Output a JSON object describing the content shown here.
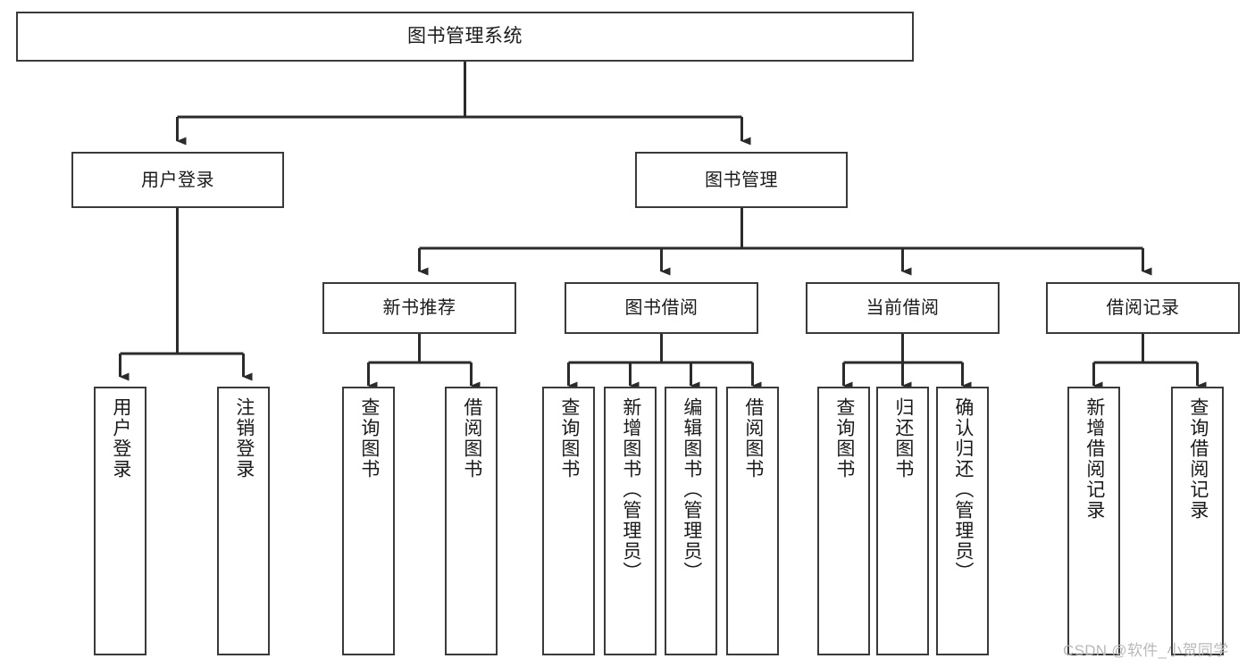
{
  "diagram": {
    "title": "图书管理系统",
    "type": "hierarchy-flowchart",
    "nodes": {
      "root": {
        "label": "图书管理系统"
      },
      "level2": [
        {
          "id": "user-login",
          "label": "用户登录"
        },
        {
          "id": "book-management",
          "label": "图书管理"
        }
      ],
      "level3": [
        {
          "id": "new-book-recommend",
          "label": "新书推荐"
        },
        {
          "id": "book-borrow",
          "label": "图书借阅"
        },
        {
          "id": "current-borrow",
          "label": "当前借阅"
        },
        {
          "id": "borrow-record",
          "label": "借阅记录"
        }
      ],
      "leaves": {
        "user-login": [
          {
            "id": "leaf-user-login",
            "label": "用户登录"
          },
          {
            "id": "leaf-logout",
            "label": "注销登录"
          }
        ],
        "new-book-recommend": [
          {
            "id": "leaf-query-book-1",
            "label": "查询图书"
          },
          {
            "id": "leaf-borrow-book-1",
            "label": "借阅图书"
          }
        ],
        "book-borrow": [
          {
            "id": "leaf-query-book-2",
            "label": "查询图书"
          },
          {
            "id": "leaf-add-book",
            "label": "新增图书（管理员）"
          },
          {
            "id": "leaf-edit-book",
            "label": "编辑图书（管理员）"
          },
          {
            "id": "leaf-borrow-book-2",
            "label": "借阅图书"
          }
        ],
        "current-borrow": [
          {
            "id": "leaf-query-book-3",
            "label": "查询图书"
          },
          {
            "id": "leaf-return-book",
            "label": "归还图书"
          },
          {
            "id": "leaf-confirm-return",
            "label": "确认归还（管理员）"
          }
        ],
        "borrow-record": [
          {
            "id": "leaf-add-record",
            "label": "新增借阅记录"
          },
          {
            "id": "leaf-query-record",
            "label": "查询借阅记录"
          }
        ]
      }
    },
    "watermark": "CSDN @软件_小贺同学",
    "colors": {
      "border": "#3a3a3a",
      "background": "#ffffff",
      "text": "#1a1a1a",
      "connector": "#2b2b2b",
      "watermark": "#b9b9b9"
    }
  }
}
